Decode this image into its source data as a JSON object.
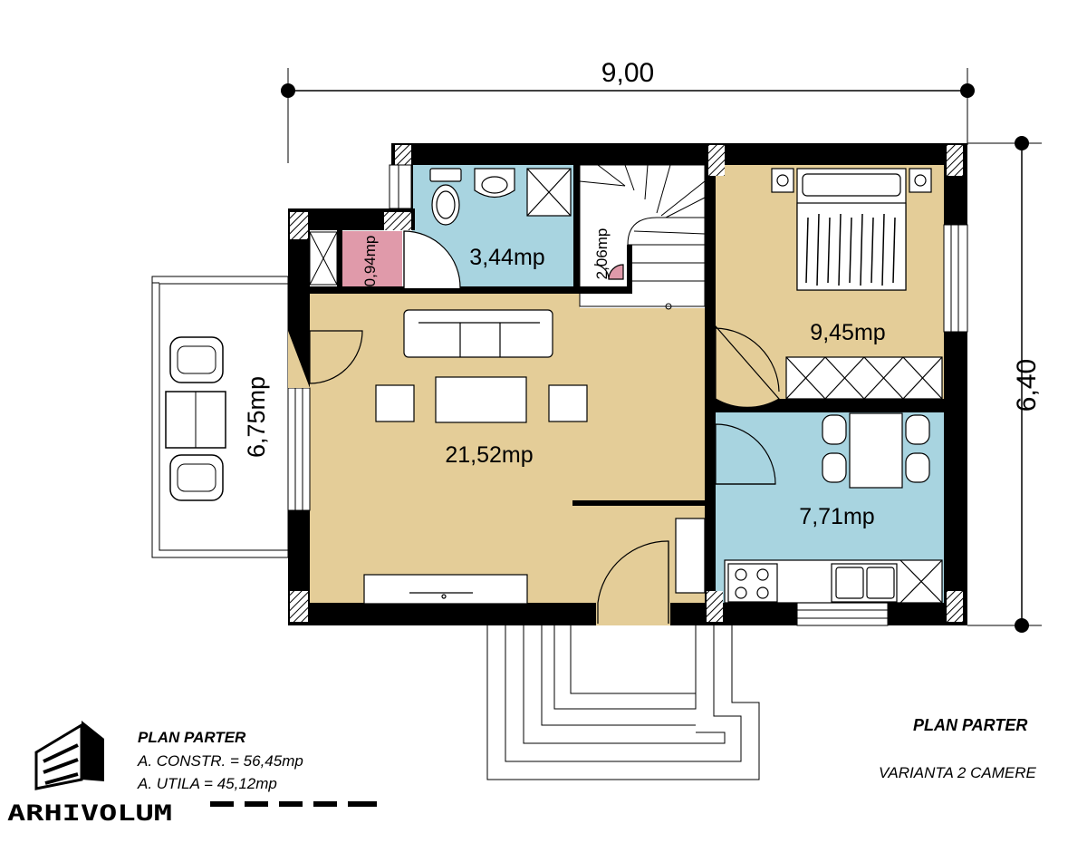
{
  "dimensions": {
    "width": "9,00",
    "height": "6,40"
  },
  "rooms": {
    "living": "21,52mp",
    "bathroom": "3,44mp",
    "closet": "0,94mp",
    "storage": "2,06mp",
    "bedroom": "9,45mp",
    "kitchen": "7,71mp",
    "terrace": "6,75mp"
  },
  "captions": {
    "left_title": "PLAN PARTER",
    "constr_area": "A. CONSTR. = 56,45mp",
    "useful_area": "A. UTILA = 45,12mp",
    "right_title": "PLAN PARTER",
    "right_subtitle": "VARIANTA 2 CAMERE"
  },
  "logo": {
    "text": "ARHIVOLUM"
  },
  "colors": {
    "living_fill": "#e4cd98",
    "wet_fill": "#a8d4e0",
    "pink_fill": "#e09aaa",
    "wall": "#000000"
  }
}
